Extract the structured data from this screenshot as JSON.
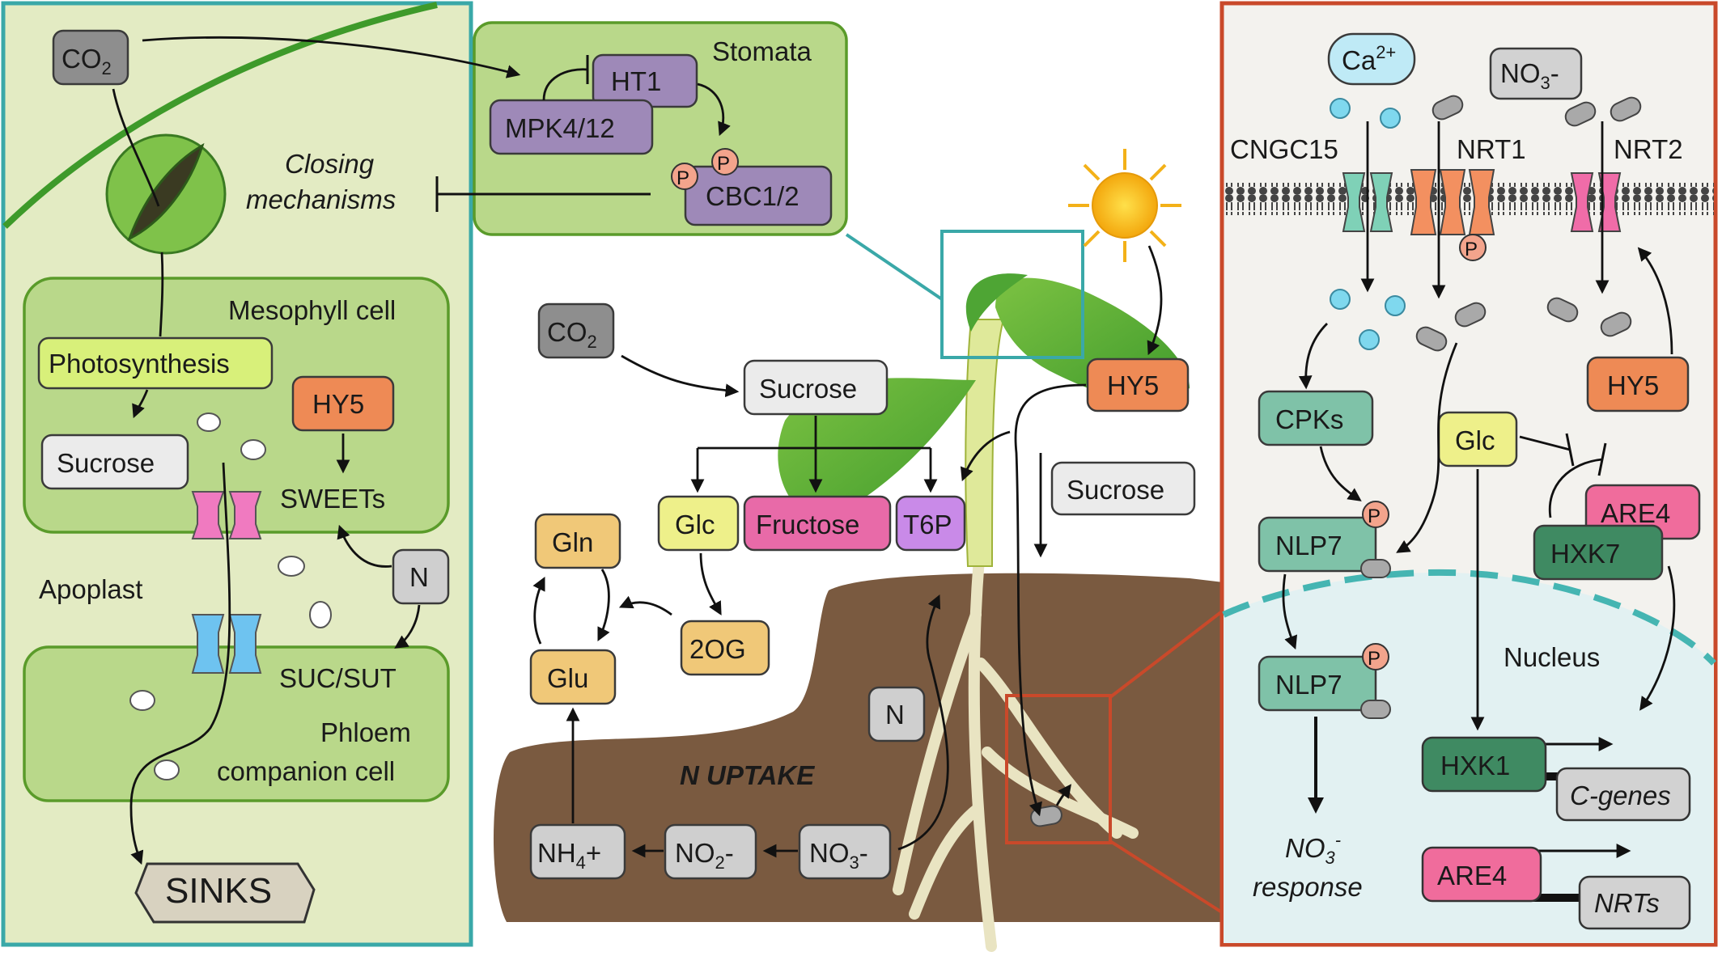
{
  "left_panel": {
    "stomata_title": "Stomata",
    "co2": "CO",
    "co2_sub": "2",
    "ht1": "HT1",
    "mpk": "MPK4/12",
    "cbc": "CBC1/2",
    "p": "P",
    "closing_1": "Closing",
    "closing_2": "mechanisms",
    "mesophyll": "Mesophyll cell",
    "photosynthesis": "Photosynthesis",
    "hy5": "HY5",
    "sucrose": "Sucrose",
    "sweets": "SWEETs",
    "apoplast": "Apoplast",
    "n": "N",
    "suc_sut": "SUC/SUT",
    "phloem_1": "Phloem",
    "phloem_2": "companion cell",
    "sinks": "SINKS"
  },
  "middle_panel": {
    "co2": "CO",
    "co2_sub": "2",
    "sucrose_top": "Sucrose",
    "glc": "Glc",
    "fructose": "Fructose",
    "t6p": "T6P",
    "hy5": "HY5",
    "sucrose_right": "Sucrose",
    "gln": "Gln",
    "glu": "Glu",
    "og": "2OG",
    "n": "N",
    "n_uptake": "N UPTAKE",
    "nh4": "NH",
    "nh4_sub": "4",
    "nh4_sup": "+",
    "no2": "NO",
    "no2_sub": "2",
    "no2_sup": "-",
    "no3": "NO",
    "no3_sub": "3",
    "no3_sup": "-"
  },
  "right_panel": {
    "ca": "Ca",
    "ca_sup": "2+",
    "no3": "NO",
    "no3_sub": "3",
    "no3_sup": "-",
    "cngc15": "CNGC15",
    "nrt1": "NRT1",
    "nrt2": "NRT2",
    "cpks": "CPKs",
    "nlp7_a": "NLP7",
    "nlp7_b": "NLP7",
    "glc": "Glc",
    "hy5": "HY5",
    "are4_a": "ARE4",
    "hxk7": "HXK7",
    "nucleus": "Nucleus",
    "hxk1": "HXK1",
    "c_genes": "C-genes",
    "are4_b": "ARE4",
    "nrts": "NRTs",
    "response_1": "NO",
    "response_sub": "3",
    "response_sup": "-",
    "response_2": "response",
    "p": "P"
  },
  "colors": {
    "leaf_bg": "#e3ebc3",
    "cell_green": "#b9d88a",
    "purple": "#9e89b8",
    "orange": "#ee8a55",
    "teal": "#7fc2a8",
    "yellow": "#eef08a",
    "pink": "#e86aa8",
    "tan": "#f0c878",
    "soil": "#7a5a40",
    "panel_teal_border": "#3aa8a8",
    "panel_red_border": "#c9492a"
  }
}
